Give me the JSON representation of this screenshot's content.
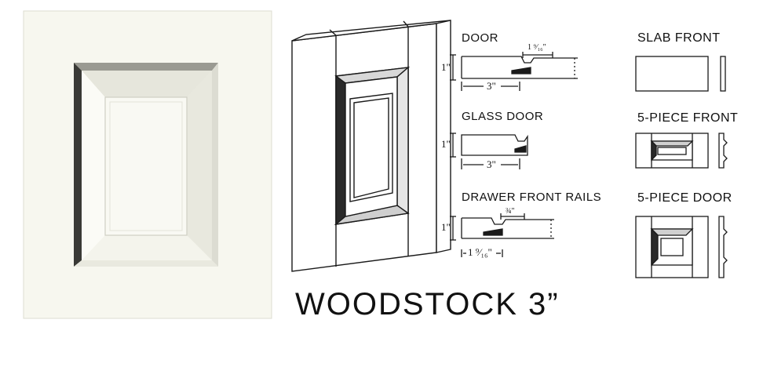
{
  "title": "WOODSTOCK 3”",
  "profiles": {
    "door": {
      "label": "DOOR",
      "height": "1\"",
      "width": "3\"",
      "detail": "1 ⁹⁄₁₆\""
    },
    "glass_door": {
      "label": "GLASS DOOR",
      "height": "1\"",
      "width": "3\""
    },
    "drawer_front_rails": {
      "label": "DRAWER FRONT RAILS",
      "height": "1\"",
      "detail": "¾\"",
      "width": "1 ⁹⁄₁₆\""
    }
  },
  "styles": {
    "slab_front": {
      "label": "SLAB FRONT"
    },
    "five_piece_front": {
      "label": "5-PIECE FRONT"
    },
    "five_piece_door": {
      "label": "5-PIECE DOOR"
    }
  },
  "colors": {
    "door_finish": "#f6f6ee",
    "line": "#1a1a1a"
  }
}
